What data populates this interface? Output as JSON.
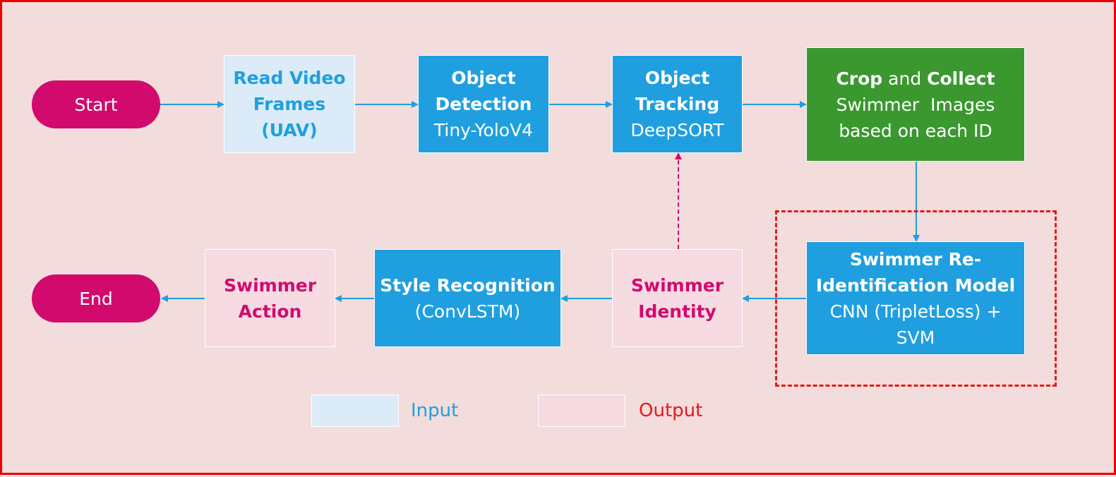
{
  "start": {
    "label": "Start"
  },
  "read_video": {
    "lines": [
      "Read Video",
      "Frames",
      "(UAV)"
    ]
  },
  "object_detection": {
    "title": "Object",
    "title2": "Detection",
    "method": "Tiny-YoloV4"
  },
  "object_tracking": {
    "title": "Object",
    "title2": "Tracking",
    "method": "DeepSORT"
  },
  "crop_collect": {
    "crop": "Crop",
    "and": "and",
    "collect": "Collect",
    "line2": "Swimmer  Images",
    "line3": "based on each ID"
  },
  "reid": {
    "title1": "Swimmer Re-",
    "title2": "Identification Model",
    "method1": "CNN (TripletLoss) +",
    "method2": "SVM"
  },
  "swimmer_identity": {
    "lines": [
      "Swimmer",
      "Identity"
    ]
  },
  "style_recognition": {
    "title": "Style Recognition",
    "method": "(ConvLSTM)"
  },
  "swimmer_action": {
    "lines": [
      "Swimmer",
      "Action"
    ]
  },
  "end": {
    "label": "End"
  },
  "legend": {
    "input_label": "Input",
    "output_label": "Output"
  },
  "colors": {
    "background": "#f2dcdc",
    "border": "#ee0000",
    "terminal": "#d20a6e",
    "process_blue": "#1f9fdf",
    "process_green": "#3a982f",
    "input_fill": "#dbebf7",
    "output_fill": "#f7dbe2",
    "input_text": "#1f9fdf",
    "output_text": "#d20a6e",
    "legend_output_text": "#e81818",
    "dashed_group": "#e81818",
    "feedback_arrow": "#d20a6e"
  }
}
